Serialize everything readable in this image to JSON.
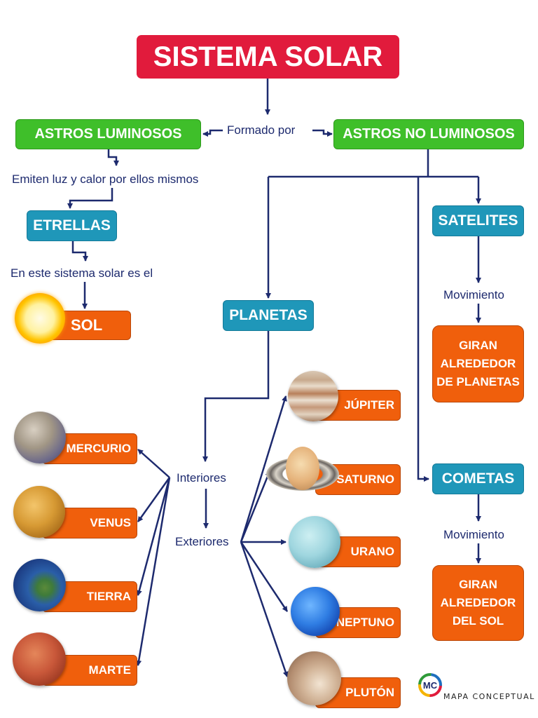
{
  "title": "SISTEMA SOLAR",
  "connector_formado": "Formado por",
  "astros_luminosos": "ASTROS LUMINOSOS",
  "astros_no_luminosos": "ASTROS NO LUMINOSOS",
  "emiten": "Emiten luz y calor por ellos mismos",
  "etrellas": "ETRELLAS",
  "en_este": "En este sistema solar es el",
  "sol": "SOL",
  "planetas": "PLANETAS",
  "satelites": "SATELITES",
  "cometas": "COMETAS",
  "movimiento_satelites": "Movimiento",
  "movimiento_cometas": "Movimiento",
  "giran_planetas": "GIRAN ALREDEDOR DE PLANETAS",
  "giran_sol": "GIRAN ALREDEDOR DEL SOL",
  "interiores": "Interiores",
  "exteriores": "Exteriores",
  "planets_interior": [
    "MERCURIO",
    "VENUS",
    "TIERRA",
    "MARTE"
  ],
  "planets_exterior": [
    "JÚPITER",
    "SATURNO",
    "URANO",
    "NEPTUNO",
    "PLUTÓN"
  ],
  "logo_initials": "MC",
  "logo_text": "MAPA CONCEPTUAL",
  "colors": {
    "title": "#e11b3c",
    "green": "#3fbf2a",
    "blue": "#1f97b9",
    "orange": "#f05f0c",
    "line": "#1d2a6e"
  }
}
